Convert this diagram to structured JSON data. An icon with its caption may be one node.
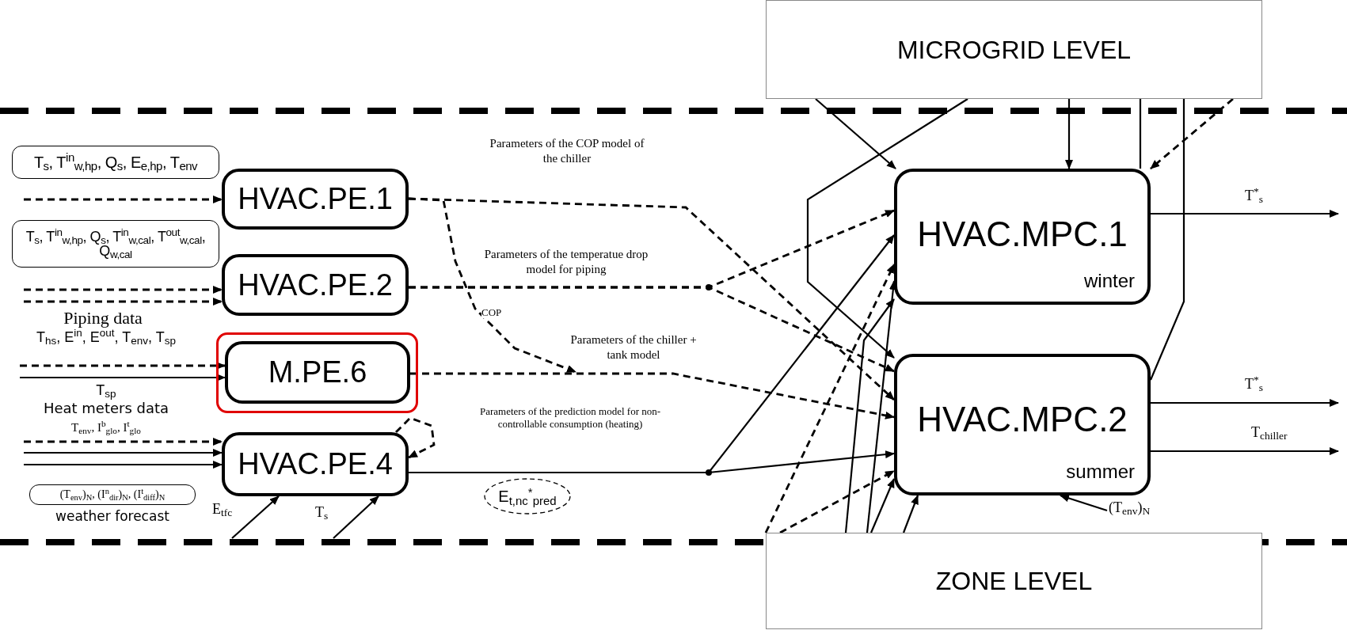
{
  "diagram": {
    "nodes": [
      {
        "text": [
          "MICROGRID LEVEL"
        ]
      },
      {
        "text": [
          "T$_{s}$, T$^{in}$$_{w,hp}$, Q$_{s}$, E$_{e,hp}$, T$_{env}$"
        ]
      },
      {
        "text": [
          "T$_{s}$, T$^{in}$$_{w,hp}$, Q$_{s}$, T$^{in}$$_{w,cal}$, T$^{out}$$_{w,cal}$, Q$_{w,cal}$"
        ]
      },
      {
        "text": [
          "HVAC.PE.1"
        ]
      },
      {
        "text": [
          "HVAC.PE.2"
        ]
      },
      {
        "text": [
          "M.PE.6"
        ]
      },
      {
        "text": [
          "HVAC.PE.4"
        ]
      },
      {
        "text": [
          "(T$_{env}$)$_{N}$, (I$^{n}$$_{dir}$)$_{N}$, (I$^{t}$$_{diff}$)$_{N}$"
        ],
        "beside": [
          "weather forecast"
        ]
      },
      {
        "text": [
          "E$_{t,nc}$$^{*}$$_{pred}$"
        ]
      },
      {
        "text": [
          "HVAC.MPC.1",
          "winter"
        ]
      },
      {
        "text": [
          "HVAC.MPC.2",
          "summer"
        ]
      },
      {
        "text": [
          "ZONE LEVEL"
        ]
      }
    ],
    "edges": [
      {
        "from": null,
        "to": 3,
        "arrow": "to",
        "style": "dashed"
      },
      {
        "from": null,
        "to": 4,
        "arrow": "to",
        "style": "dashed"
      },
      {
        "from": null,
        "to": 4,
        "arrow": "to",
        "style": "dashed"
      },
      {
        "from": null,
        "to": 5,
        "arrow": "to",
        "style": "dashed"
      },
      {
        "from": null,
        "to": 5,
        "arrow": "to"
      },
      {
        "from": null,
        "to": 6,
        "arrow": "to",
        "style": "dashed"
      },
      {
        "from": null,
        "to": 6,
        "arrow": "to"
      },
      {
        "from": null,
        "to": 6,
        "arrow": "to"
      },
      {
        "from": null,
        "to": 6,
        "arrow": "to",
        "label": "E$_{tfc}$"
      },
      {
        "from": null,
        "to": 6,
        "arrow": "to",
        "label": "T$_{s}$"
      },
      {
        "from": 3,
        "to": 10,
        "arrow": "to",
        "style": "dashed",
        "label": "Parameters of the COP model of the chiller"
      },
      {
        "from": 3,
        "to": null,
        "arrow": "to",
        "style": "dashed",
        "label": "COP"
      },
      {
        "from": 4,
        "to": 9,
        "arrow": "to",
        "style": "dashed",
        "label": "Parameters of the temperatue drop model for piping"
      },
      {
        "from": 4,
        "to": 10,
        "arrow": "to",
        "style": "dashed"
      },
      {
        "from": 5,
        "to": 10,
        "arrow": "to",
        "style": "dashed",
        "label": "Parameters of the chiller + tank model"
      },
      {
        "from": 6,
        "to": 9,
        "arrow": "to",
        "label": "Parameters of the prediction model for non-controllable consumption (heating)"
      },
      {
        "from": 6,
        "to": 10,
        "arrow": "to"
      },
      {
        "from": 6,
        "to": 6,
        "arrow": "to",
        "style": "dashed"
      },
      {
        "from": 0,
        "to": 9,
        "arrow": "to"
      },
      {
        "from": 0,
        "to": 9,
        "arrow": "to"
      },
      {
        "from": 0,
        "to": 9,
        "arrow": "none"
      },
      {
        "from": 0,
        "to": 10,
        "arrow": "none"
      },
      {
        "from": 0,
        "to": 9,
        "arrow": "to",
        "style": "dashed"
      },
      {
        "from": 0,
        "to": 10,
        "arrow": "to"
      },
      {
        "from": 11,
        "to": 9,
        "arrow": "to",
        "style": "dashed"
      },
      {
        "from": 11,
        "to": 9,
        "arrow": "to"
      },
      {
        "from": 11,
        "to": 9,
        "arrow": "to"
      },
      {
        "from": 11,
        "to": 10,
        "arrow": "to"
      },
      {
        "from": 11,
        "to": 10,
        "arrow": "to"
      },
      {
        "from": 11,
        "to": 10,
        "arrow": "to",
        "style": "dashed"
      },
      {
        "from": 9,
        "to": null,
        "arrow": "to",
        "label": "T$^{*}$$_{s}$"
      },
      {
        "from": 10,
        "to": null,
        "arrow": "to",
        "label": "T$^{*}$$_{s}$"
      },
      {
        "from": 10,
        "to": null,
        "arrow": "to",
        "label": "T$_{chiller}$"
      },
      {
        "from": null,
        "to": 10,
        "arrow": "to",
        "label": "(T$_{env}$)$_{N}$"
      }
    ],
    "labels": [
      "Piping data",
      "T$_{hs}$, E$^{in}$, E$^{out}$, T$_{env}$, T$_{sp}$",
      "T$_{sp}$",
      "Heat meters data",
      "T$_{env}$, I$^{b}$$_{glo}$, I$^{t}$$_{glo}$"
    ]
  }
}
